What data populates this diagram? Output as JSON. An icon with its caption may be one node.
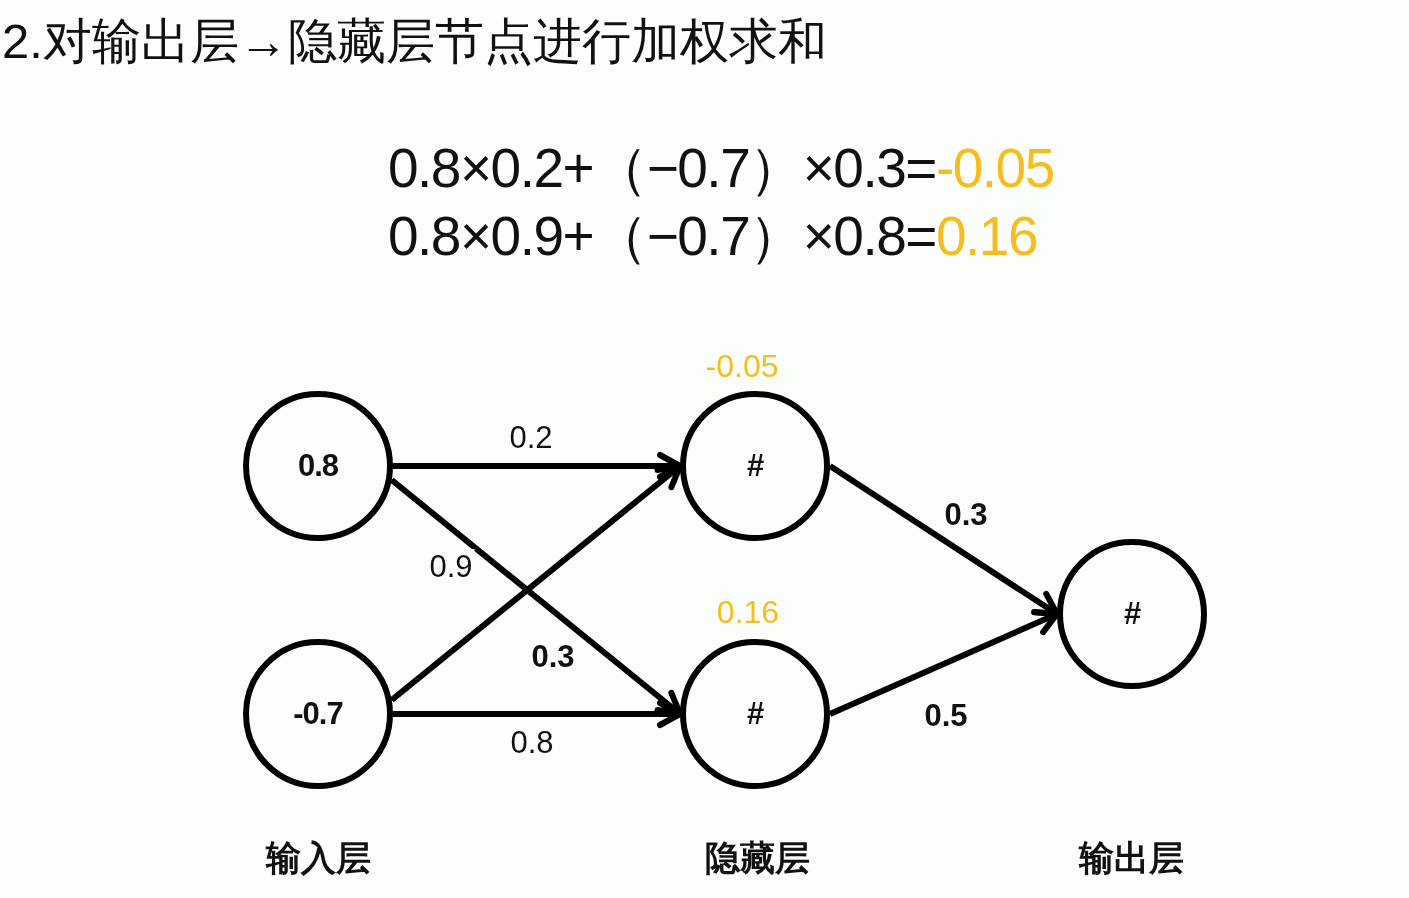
{
  "diagram": {
    "title": "2.对输出层→隐藏层节点进行加权求和",
    "nodes": [
      {
        "text": [
          "0.8"
        ]
      },
      {
        "text": [
          "-0.7"
        ]
      },
      {
        "text": [
          "#"
        ],
        "beside": [
          "-0.05"
        ]
      },
      {
        "text": [
          "#"
        ],
        "beside": [
          "0.16"
        ]
      },
      {
        "text": [
          "#"
        ]
      }
    ],
    "edges": [
      {
        "from": 0,
        "to": 2,
        "arrow": "to",
        "label": "0.2"
      },
      {
        "from": 0,
        "to": 3,
        "arrow": "to",
        "label": "0.9"
      },
      {
        "from": 1,
        "to": 2,
        "arrow": "to",
        "label": "0.3"
      },
      {
        "from": 1,
        "to": 3,
        "arrow": "to",
        "label": "0.8"
      },
      {
        "from": 2,
        "to": 4,
        "arrow": "to",
        "label": "0.3"
      },
      {
        "from": 3,
        "to": 4,
        "arrow": "to",
        "label": "0.5"
      }
    ],
    "labels": [
      "0.8×0.2+（−0.7）×0.3=",
      "-0.05",
      "0.8×0.9+（−0.7）×0.8=",
      "0.16",
      "输入层",
      "隐藏层",
      "输出层"
    ]
  }
}
